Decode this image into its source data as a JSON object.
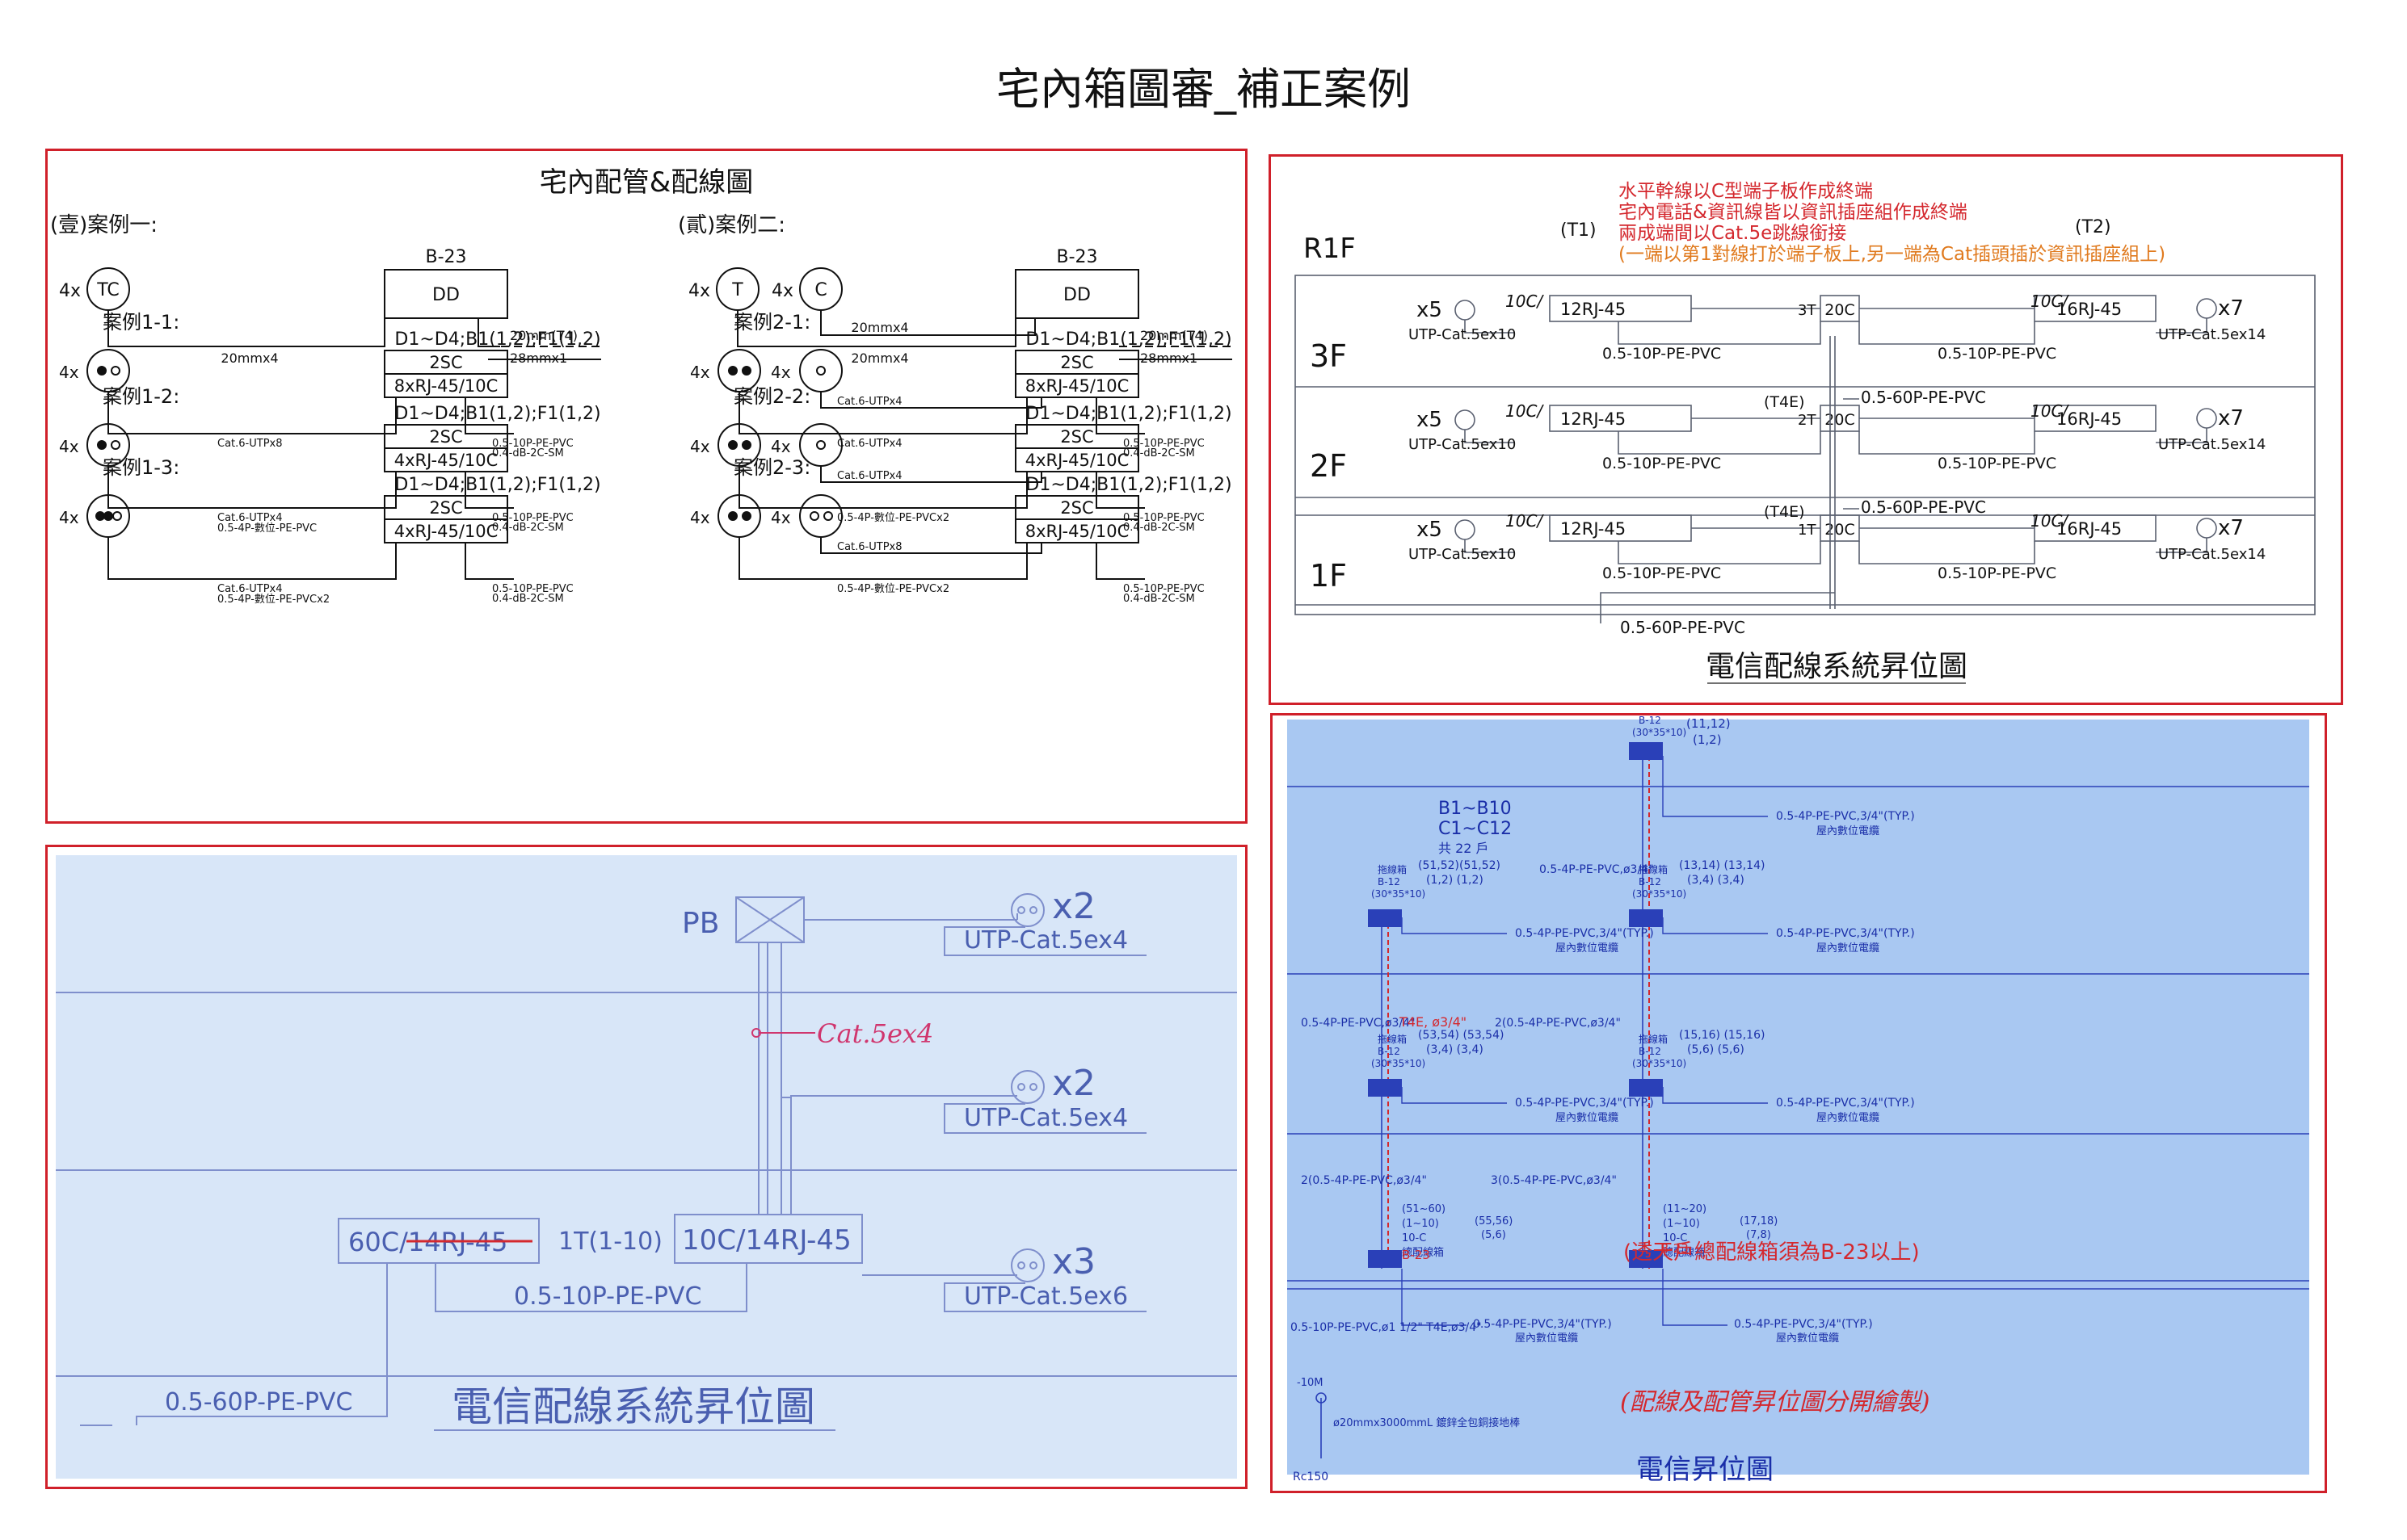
{
  "page_title": "宅內箱圖審_補正案例",
  "panel1": {
    "title": "宅內配管&配線圖",
    "case1": {
      "heading": "(壹)案例一:",
      "multiplier": "4x",
      "tc_label": "TC",
      "box_id": "B-23",
      "box_label": "DD",
      "conduit1": "20mmx4",
      "conduit2": "20mm(T4)",
      "conduit3": "28mmx1"
    },
    "case2": {
      "heading": "(貳)案例二:",
      "t_label": "T",
      "c_label": "C",
      "box_id": "B-23",
      "box_label": "DD",
      "conduit1": "20mmx4",
      "conduit1b": "20mmx4",
      "conduit2": "20mm(T4)",
      "conduit3": "28mmx1"
    },
    "sub": [
      {
        "title": "案例1-1:",
        "spec": "D1~D4;B1(1,2);F1(1,2)",
        "box1": "2SC",
        "box2": "8xRJ-45/10C",
        "cable": "Cat.6-UTPx8",
        "cable2": "",
        "out1": "0.5-10P-PE-PVC",
        "out2": "0.4-dB-2C-SM",
        "mult": "4x"
      },
      {
        "title": "案例1-2:",
        "spec": "D1~D4;B1(1,2);F1(1,2)",
        "box1": "2SC",
        "box2": "4xRJ-45/10C",
        "cable": "Cat.6-UTPx4",
        "cable2": "0.5-4P-數位-PE-PVC",
        "out1": "0.5-10P-PE-PVC",
        "out2": "0.4-dB-2C-SM",
        "mult": "4x"
      },
      {
        "title": "案例1-3:",
        "spec": "D1~D4;B1(1,2);F1(1,2)",
        "box1": "2SC",
        "box2": "4xRJ-45/10C",
        "cable": "Cat.6-UTPx4",
        "cable2": "0.5-4P-數位-PE-PVCx2",
        "out1": "0.5-10P-PE-PVC",
        "out2": "0.4-dB-2C-SM",
        "mult": "4x"
      },
      {
        "title": "案例2-1:",
        "spec": "D1~D4;B1(1,2);F1(1,2)",
        "box1": "2SC",
        "box2": "8xRJ-45/10C",
        "cable": "Cat.6-UTPx4",
        "cable2": "Cat.6-UTPx4",
        "out1": "0.5-10P-PE-PVC",
        "out2": "0.4-dB-2C-SM",
        "mult": "4x"
      },
      {
        "title": "案例2-2:",
        "spec": "D1~D4;B1(1,2);F1(1,2)",
        "box1": "2SC",
        "box2": "4xRJ-45/10C",
        "cable": "Cat.6-UTPx4",
        "cable2": "0.5-4P-數位-PE-PVCx2",
        "out1": "0.5-10P-PE-PVC",
        "out2": "0.4-dB-2C-SM",
        "mult": "4x"
      },
      {
        "title": "案例2-3:",
        "spec": "D1~D4;B1(1,2);F1(1,2)",
        "box1": "2SC",
        "box2": "8xRJ-45/10C",
        "cable": "Cat.6-UTPx8",
        "cable2": "0.5-4P-數位-PE-PVCx2",
        "out1": "0.5-10P-PE-PVC",
        "out2": "0.4-dB-2C-SM",
        "mult": "4x"
      }
    ]
  },
  "panel2": {
    "notes": [
      "水平幹線以C型端子板作成終端",
      "宅內電話&資訊線皆以資訊插座組作成終端",
      "兩成端間以Cat.5e跳線銜接"
    ],
    "note_orange": "(一端以第1對線打於端子板上,另一端為Cat插頭插於資訊插座組上)",
    "roof": "R1F",
    "t1": "(T1)",
    "t2": "(T2)",
    "floors": [
      {
        "floor": "3F",
        "x_left": "x5",
        "x_right": "x7",
        "hand_left": "10C/",
        "hand_right": "10C/",
        "left_box": "12RJ-45",
        "right_box": "16RJ-45",
        "riser": "3T",
        "riser_box": "20C",
        "utp_left": "UTP-Cat.5ex10",
        "utp_right": "UTP-Cat.5ex14",
        "pvc_left": "0.5-10P-PE-PVC",
        "pvc_right": "0.5-10P-PE-PVC"
      },
      {
        "floor": "2F",
        "x_left": "x5",
        "x_right": "x7",
        "hand_left": "10C/",
        "hand_right": "10C/",
        "left_box": "12RJ-45",
        "right_box": "16RJ-45",
        "riser": "2T",
        "riser_box": "20C",
        "utp_left": "UTP-Cat.5ex10",
        "utp_right": "UTP-Cat.5ex14",
        "pvc_left": "0.5-10P-PE-PVC",
        "pvc_right": "0.5-10P-PE-PVC"
      },
      {
        "floor": "1F",
        "x_left": "x5",
        "x_right": "x7",
        "hand_left": "10C/",
        "hand_right": "10C/",
        "left_box": "12RJ-45",
        "right_box": "16RJ-45",
        "riser": "1T",
        "riser_box": "20C",
        "utp_left": "UTP-Cat.5ex10",
        "utp_right": "UTP-Cat.5ex14",
        "pvc_left": "0.5-10P-PE-PVC",
        "pvc_right": "0.5-10P-PE-PVC"
      }
    ],
    "t4e": "(T4E)",
    "riser_cable": "0.5-60P-PE-PVC",
    "bottom_cable": "0.5-60P-PE-PVC",
    "caption": "電信配線系統昇位圖"
  },
  "panel3": {
    "pb": "PB",
    "outlets": [
      {
        "mult": "x2",
        "cable": "UTP-Cat.5ex4"
      },
      {
        "mult": "x2",
        "cable": "UTP-Cat.5ex4"
      },
      {
        "mult": "x3",
        "cable": "UTP-Cat.5ex6"
      }
    ],
    "handwritten": "Cat.5ex4",
    "left_box": "60C/14RJ-45",
    "riser_label": "1T(1-10)",
    "right_box": "10C/14RJ-45",
    "pvc": "0.5-10P-PE-PVC",
    "bottom_cable": "0.5-60P-PE-PVC",
    "caption": "電信配線系統昇位圖"
  },
  "panel4": {
    "block_title": [
      "B1~B10",
      "C1~C12",
      "共 22 戶"
    ],
    "top_right": [
      "(11,12)",
      "(1,2)"
    ],
    "box_label": "拖線箱",
    "box_model": "B-12",
    "box_size": "(30*35*10)",
    "pairs_l1": "(51,52)(51,52)",
    "pairs_l1b": "(1,2)   (1,2)",
    "pairs_r1": "(13,14) (13,14)",
    "pairs_r1b": "(3,4)   (3,4)",
    "pairs_l2": "(53,54) (53,54)",
    "pairs_l2b": "(3,4)   (3,4)",
    "pairs_r2": "(15,16) (15,16)",
    "pairs_r2b": "(5,6)   (5,6)",
    "range_l": [
      "(51~60)",
      "(1~10)",
      "10-C",
      "總配線箱"
    ],
    "range_r": [
      "(11~20)",
      "(1~10)",
      "10-C",
      "總配線箱"
    ],
    "pair_l3": [
      "(55,56)",
      "(5,6)"
    ],
    "pair_r3": [
      "(17,18)",
      "(7,8)"
    ],
    "cable_typ": "0.5-4P-PE-PVC,3/4\"(TYP.)",
    "digital": "屋內數位電纜",
    "feed_top": "0.5-4P-PE-PVC,ø3/4\"",
    "feed_l": "0.5-4P-PE-PVC,ø3/4\"",
    "feed_r": "2(0.5-4P-PE-PVC,ø3/4\"",
    "feed_l2": "2(0.5-4P-PE-PVC,ø3/4\"",
    "feed_r2": "3(0.5-4P-PE-PVC,ø3/4\"",
    "red_t4e": "T4E, ø3/4\"",
    "red_b23": "B-23",
    "red_note": "(透天戶總配線箱須為B-23以上)",
    "bottom_left": "0.5-10P-PE-PVC,ø1 1/2\" T4E,ø3/4\"",
    "handwritten": "(配線及配管昇位圖分開繪製)",
    "pole": "ø20mmx3000mmL 鍍鋅全包銅接地棒",
    "dim": "-10M",
    "scale": "Rc150",
    "caption": "電信昇位圖"
  }
}
